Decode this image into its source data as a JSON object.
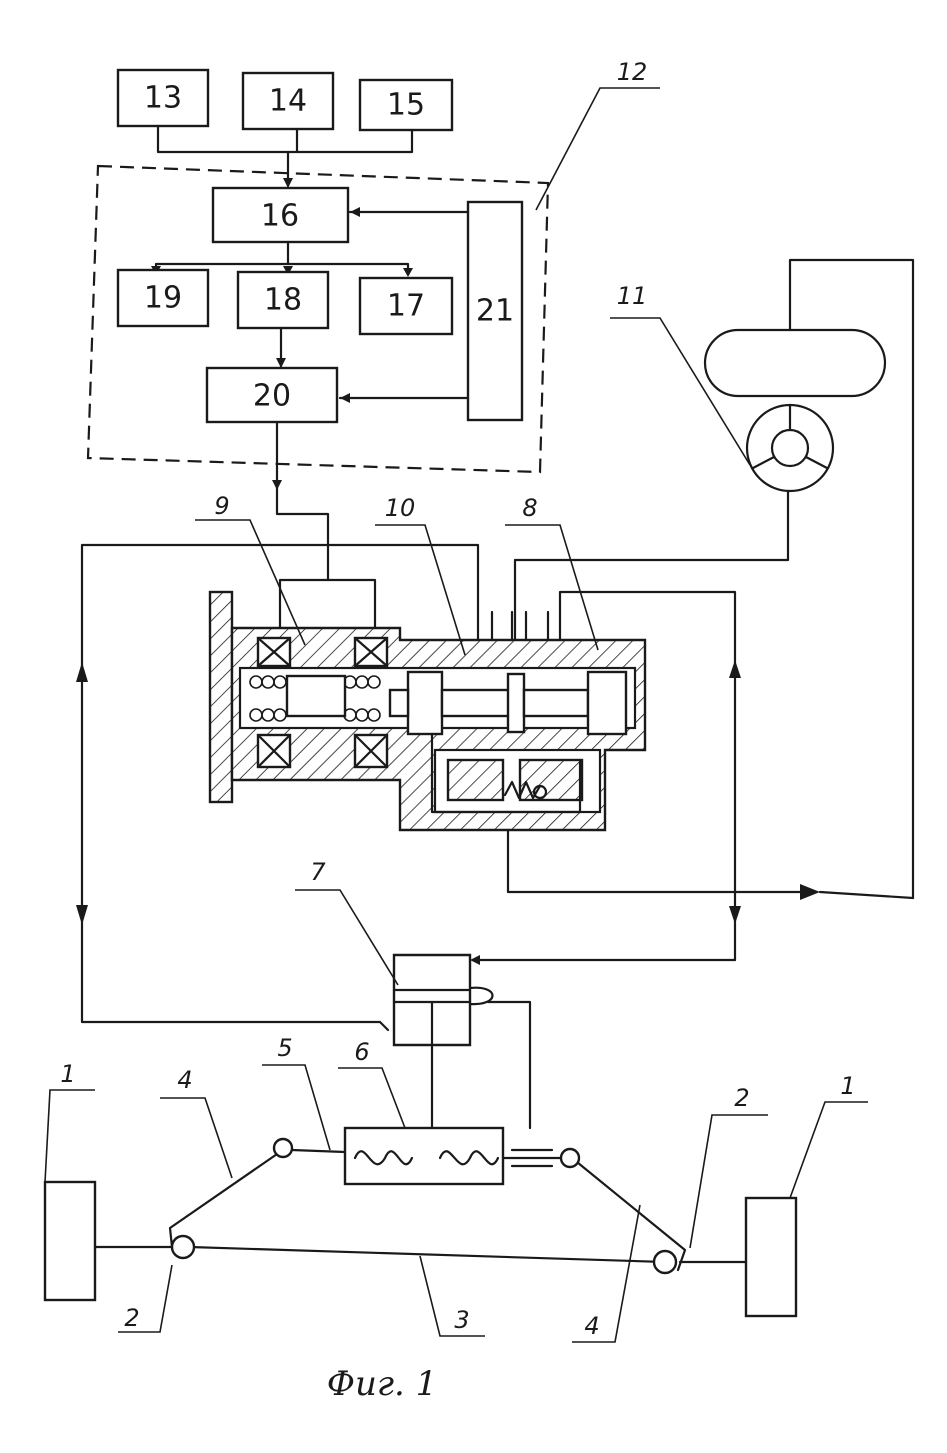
{
  "caption": "Фиг. 1",
  "blocks": {
    "b13": "13",
    "b14": "14",
    "b15": "15",
    "b16": "16",
    "b17": "17",
    "b18": "18",
    "b19": "19",
    "b20": "20",
    "b21": "21"
  },
  "callouts": {
    "c1_left": "1",
    "c1_right": "1",
    "c2_left": "2",
    "c2_right": "2",
    "c3": "3",
    "c4_left": "4",
    "c4_right": "4",
    "c5": "5",
    "c6": "6",
    "c7": "7",
    "c8": "8",
    "c9": "9",
    "c10": "10",
    "c11": "11",
    "c12": "12"
  }
}
